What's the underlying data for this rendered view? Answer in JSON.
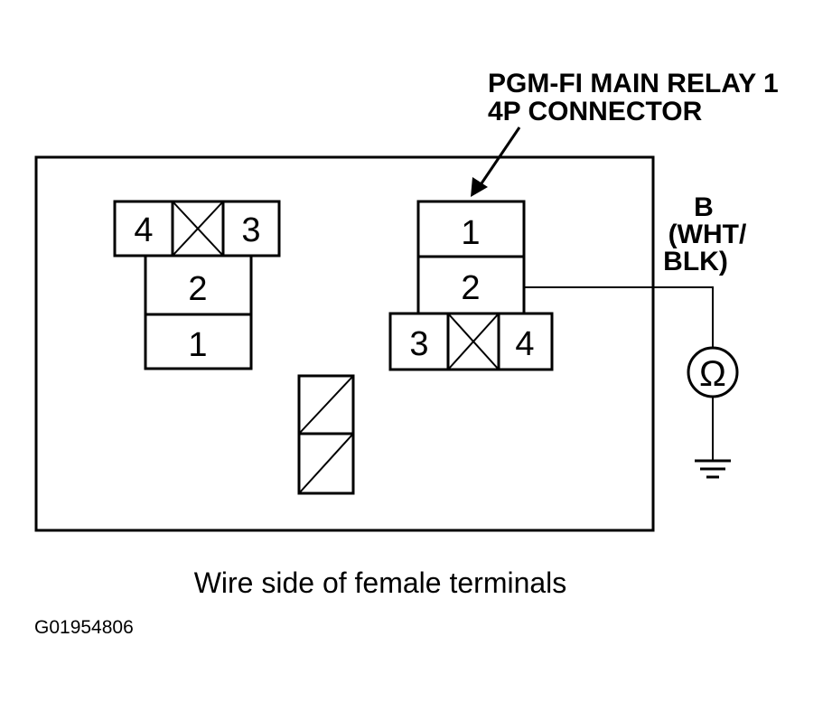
{
  "callout": {
    "line1": "PGM-FI MAIN RELAY 1",
    "line2": "4P CONNECTOR"
  },
  "probe": {
    "letter": "B",
    "wire_line1": "(WHT/",
    "wire_line2": "BLK)",
    "meter_symbol": "Ω"
  },
  "left_connector": {
    "top_left": "4",
    "top_right": "3",
    "mid": "2",
    "bottom": "1"
  },
  "right_connector": {
    "top": "1",
    "mid": "2",
    "bottom_left": "3",
    "bottom_right": "4"
  },
  "caption": "Wire side of female terminals",
  "figure_id": "G01954806"
}
